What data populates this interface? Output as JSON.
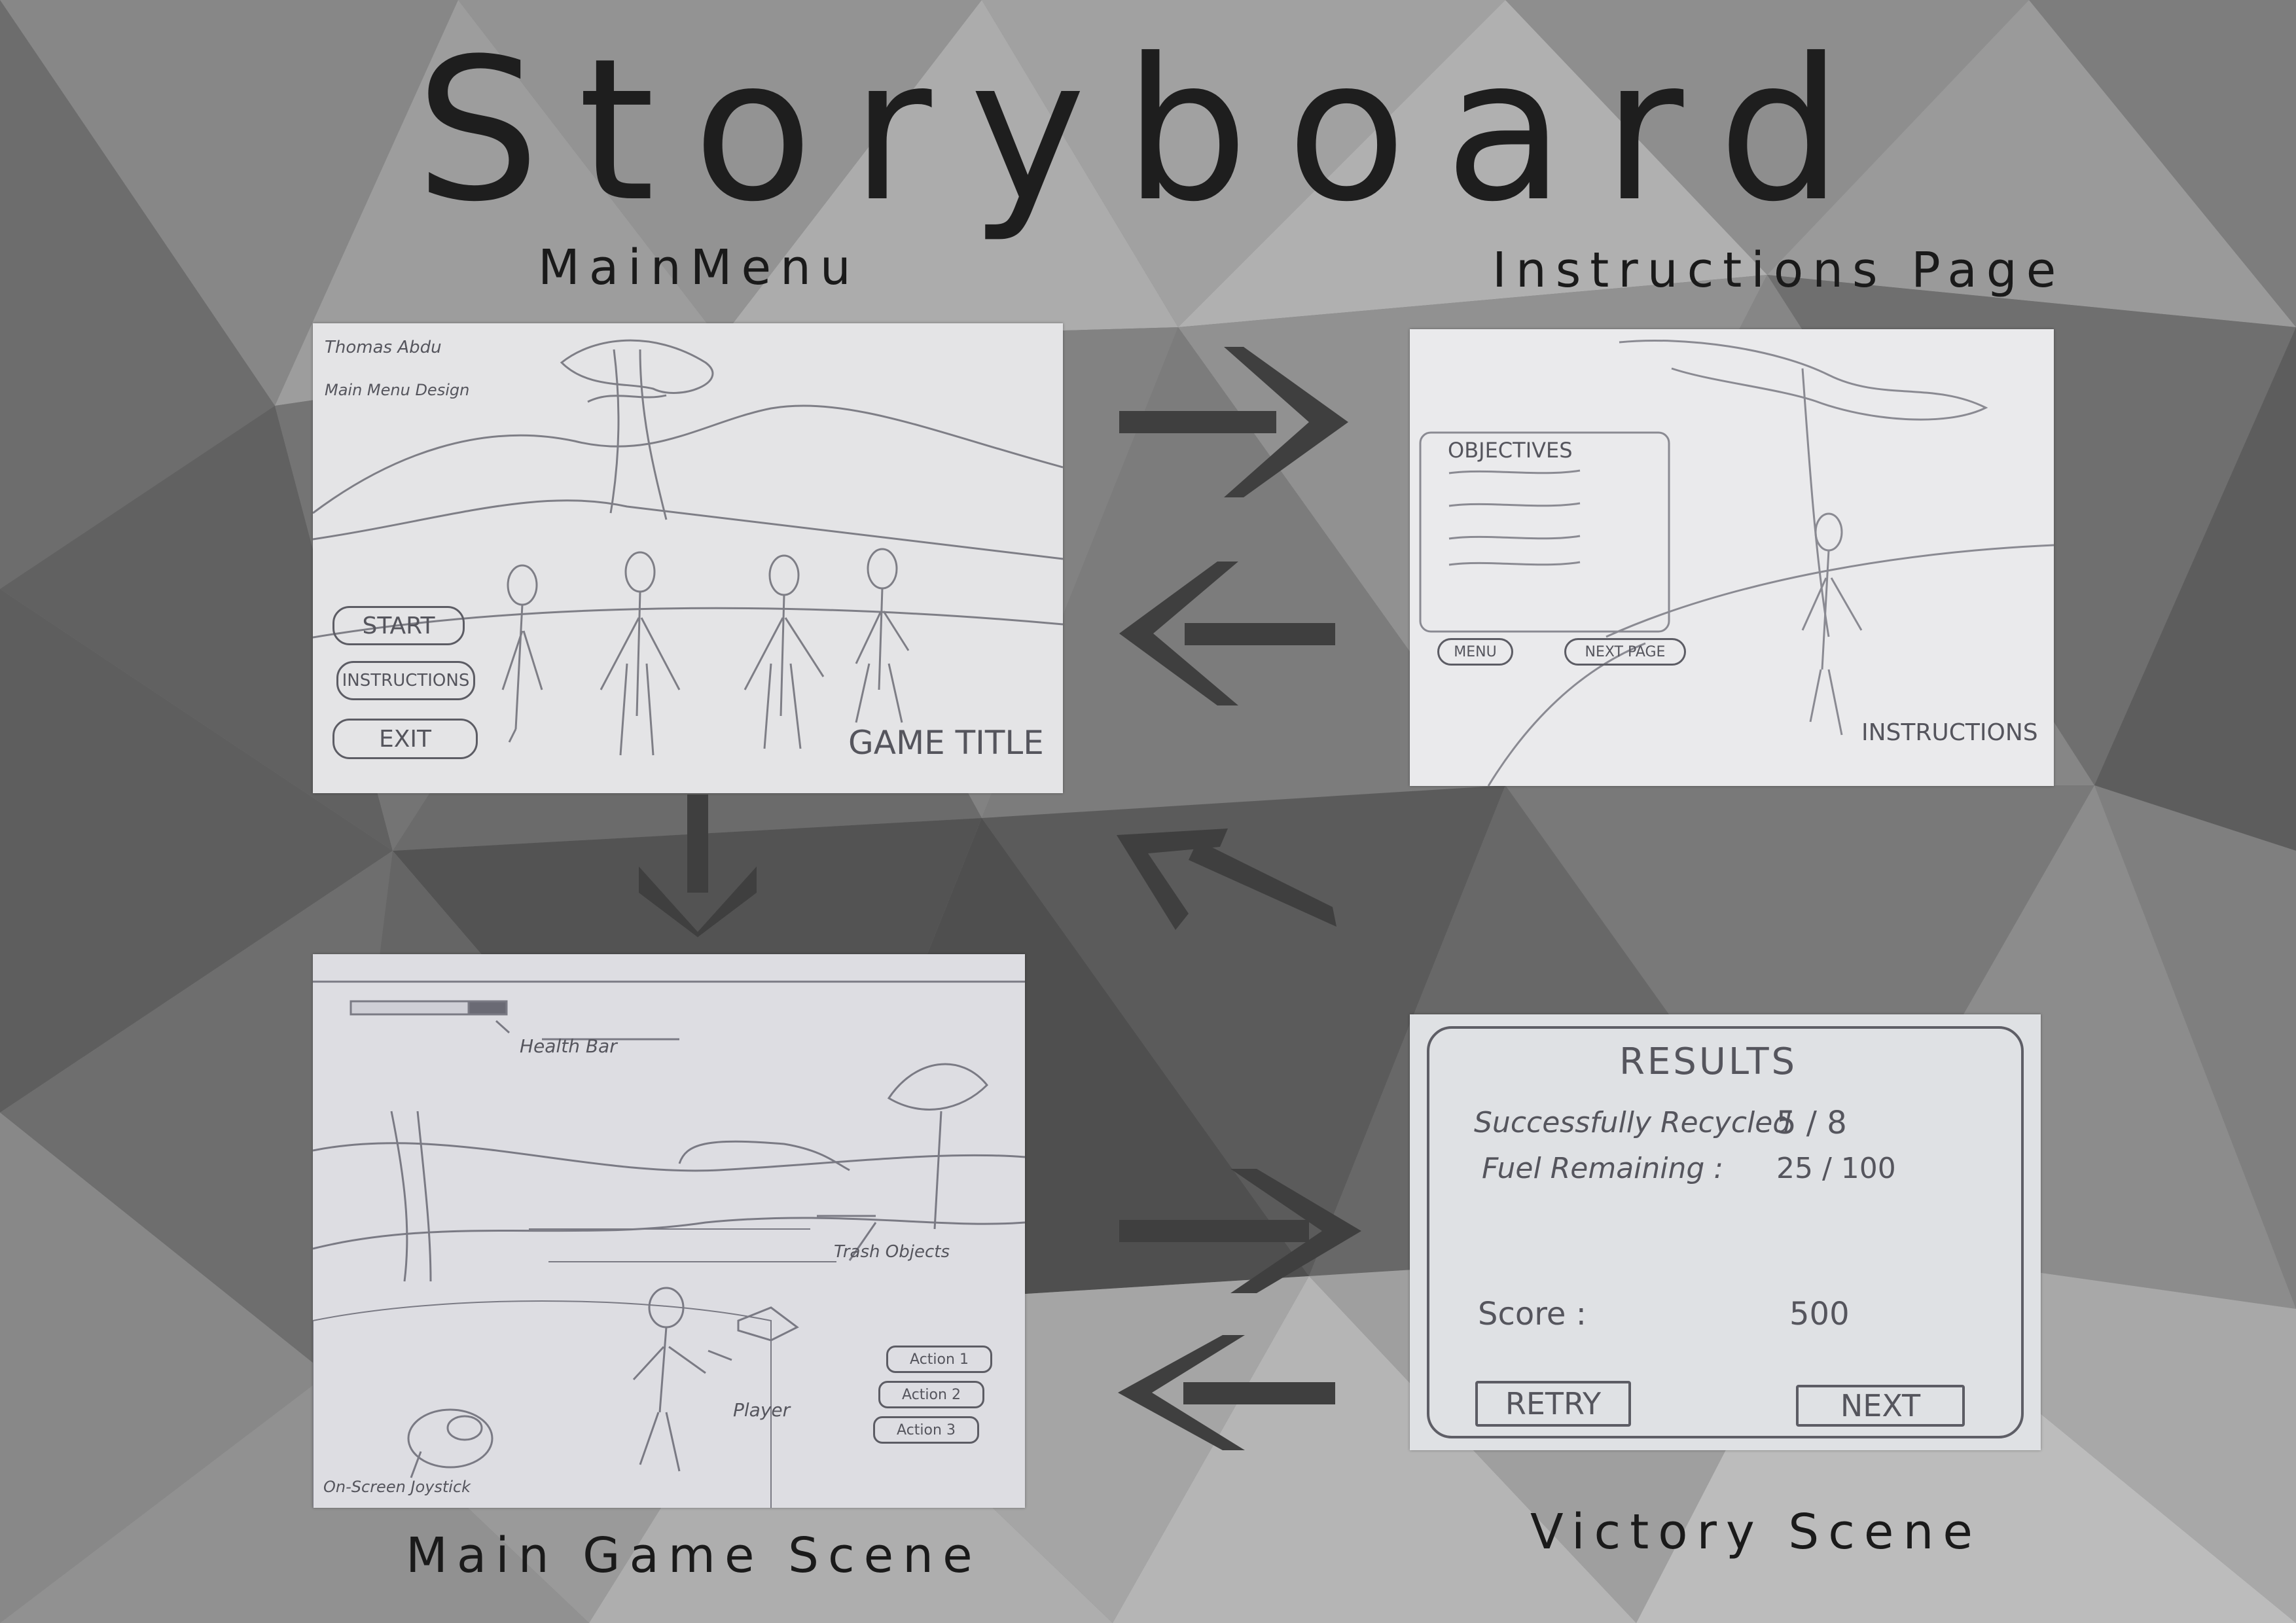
{
  "title": "Storyboard",
  "scenes": {
    "main_menu": {
      "label": "MainMenu",
      "author_note": "Thomas Abdu",
      "design_note": "Main Menu Design",
      "buttons": [
        "START",
        "INSTRUCTIONS",
        "EXIT"
      ],
      "game_title": "GAME TITLE"
    },
    "instructions": {
      "label": "Instructions Page",
      "panel_heading": "OBJECTIVES",
      "buttons": [
        "MENU",
        "NEXT PAGE"
      ],
      "footer": "INSTRUCTIONS"
    },
    "main_game": {
      "label": "Main Game Scene",
      "annotations": [
        "Health Bar",
        "Trash Objects",
        "Player",
        "On-Screen Joystick"
      ],
      "actions": [
        "Action 1",
        "Action 2",
        "Action 3"
      ]
    },
    "victory": {
      "label": "Victory Scene",
      "heading": "RESULTS",
      "rows": [
        {
          "label": "Successfully Recycled",
          "value": "5 / 8"
        },
        {
          "label": "Fuel Remaining :",
          "value": "25 / 100"
        }
      ],
      "score_label": "Score :",
      "score_value": "500",
      "buttons": [
        "RETRY",
        "NEXT"
      ]
    }
  },
  "flow": [
    {
      "from": "MainMenu",
      "to": "Instructions Page"
    },
    {
      "from": "Instructions Page",
      "to": "MainMenu"
    },
    {
      "from": "MainMenu",
      "to": "Main Game Scene"
    },
    {
      "from": "Victory Scene",
      "to": "MainMenu"
    },
    {
      "from": "Main Game Scene",
      "to": "Victory Scene"
    },
    {
      "from": "Victory Scene",
      "to": "Main Game Scene"
    }
  ]
}
